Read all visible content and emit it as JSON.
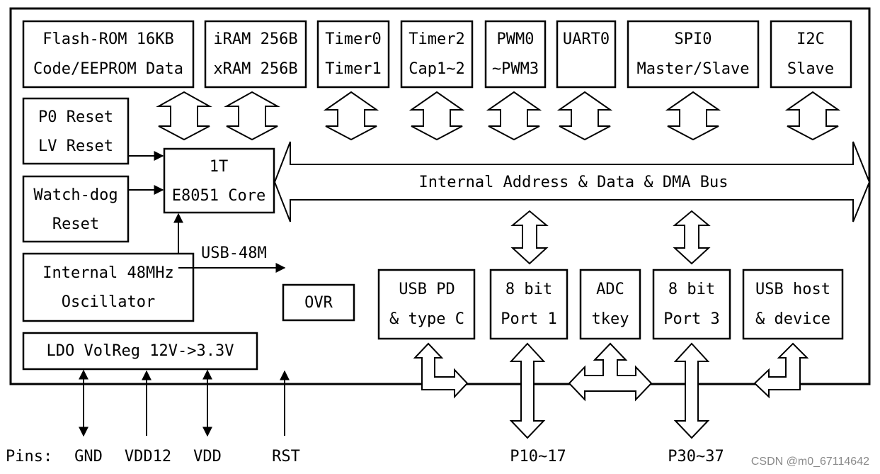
{
  "blocks": {
    "flash": [
      "Flash-ROM 16KB",
      "Code/EEPROM Data"
    ],
    "ram": [
      "iRAM 256B",
      "xRAM 256B"
    ],
    "timer0": [
      "Timer0",
      "Timer1"
    ],
    "timer2": [
      "Timer2",
      "Cap1~2"
    ],
    "pwm": [
      "PWM0",
      "~PWM3"
    ],
    "uart": [
      "UART0"
    ],
    "spi": [
      "SPI0",
      "Master/Slave"
    ],
    "i2c": [
      "I2C",
      "Slave"
    ],
    "reset": [
      "P0 Reset",
      "LV Reset"
    ],
    "watchdog": [
      "Watch-dog",
      "Reset"
    ],
    "core": [
      "1T",
      "E8051 Core"
    ],
    "oscillator": [
      "Internal 48MHz",
      "Oscillator"
    ],
    "ldo": [
      "LDO VolReg 12V->3.3V"
    ],
    "ovr": [
      "OVR"
    ],
    "usbpd": [
      "USB PD",
      "& type C"
    ],
    "port1": [
      "8 bit",
      "Port 1"
    ],
    "adc": [
      "ADC",
      "tkey"
    ],
    "port3": [
      "8 bit",
      "Port 3"
    ],
    "usbhost": [
      "USB host",
      "& device"
    ]
  },
  "bus_label": "Internal Address & Data & DMA Bus",
  "usb_clock_label": "USB-48M",
  "pins": {
    "label": "Pins:",
    "gnd": "GND",
    "vdd12": "VDD12",
    "vdd": "VDD",
    "rst": "RST",
    "p1": "P10~17",
    "p3": "P30~37"
  },
  "watermark": "CSDN @m0_67114642"
}
